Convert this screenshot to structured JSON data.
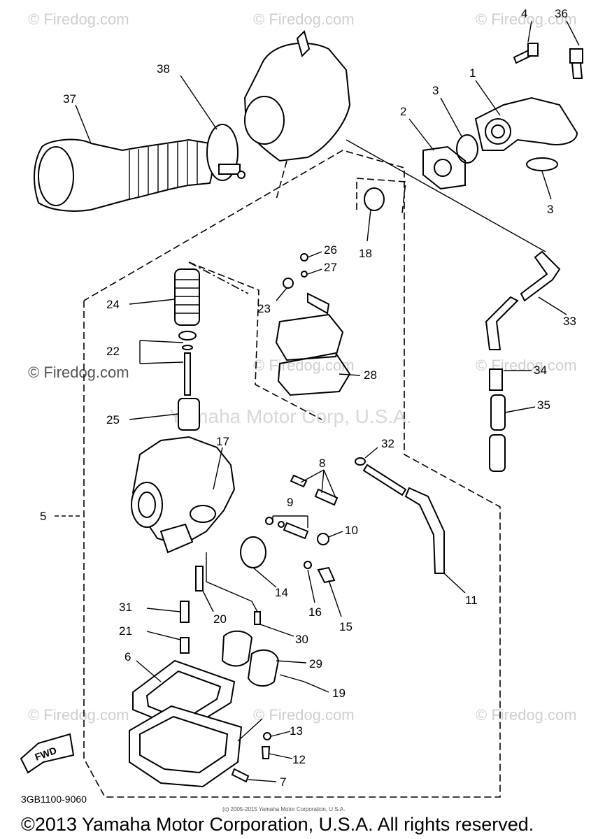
{
  "watermarks": {
    "firedog": "© Firedog.com",
    "yamaha": "Yamaha Motor Corp, U.S.A."
  },
  "part_labels": [
    "1",
    "2",
    "3",
    "3",
    "4",
    "5",
    "6",
    "7",
    "8",
    "9",
    "10",
    "11",
    "12",
    "13",
    "14",
    "15",
    "16",
    "17",
    "18",
    "19",
    "20",
    "21",
    "22",
    "23",
    "24",
    "25",
    "26",
    "27",
    "28",
    "29",
    "30",
    "31",
    "32",
    "33",
    "34",
    "35",
    "36",
    "37",
    "38"
  ],
  "fwd_label": "FWD",
  "diagram_code": "3GB1100-9060",
  "small_copyright": "(c) 2005-2015 Yamaha Motor Corporation, U.S.A.",
  "footer_copyright": "©2013 Yamaha Motor Corporation, U.S.A. All rights reserved."
}
